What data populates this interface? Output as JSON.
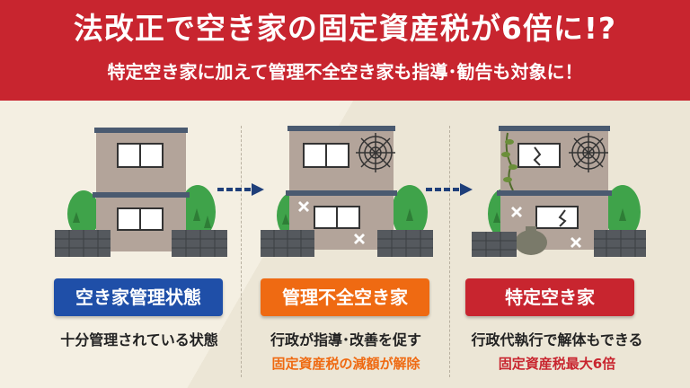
{
  "header": {
    "title": "法改正で空き家の固定資産税が6倍に!?",
    "subtitle": "特定空き家に加えて管理不全空き家も指導･勧告も対象に！"
  },
  "stages": [
    {
      "label": "空き家管理状態",
      "label_color": "#1f4fa8",
      "description": "十分管理されている状態",
      "note": ""
    },
    {
      "label": "管理不全空き家",
      "label_color": "#ef6a12",
      "description": "行政が指導･改善を促す",
      "note": "固定資産税の減額が解除",
      "note_color": "#ef6a12"
    },
    {
      "label": "特定空き家",
      "label_color": "#c8252f",
      "description": "行政代執行で解体もできる",
      "note": "固定資産税最大6倍",
      "note_color": "#c8252f"
    }
  ],
  "colors": {
    "banner": "#c8252f",
    "house_wall": "#b3a49a",
    "roof": "#4a5a70",
    "tree": "#3fa34a",
    "wall_block": "#55595e"
  }
}
